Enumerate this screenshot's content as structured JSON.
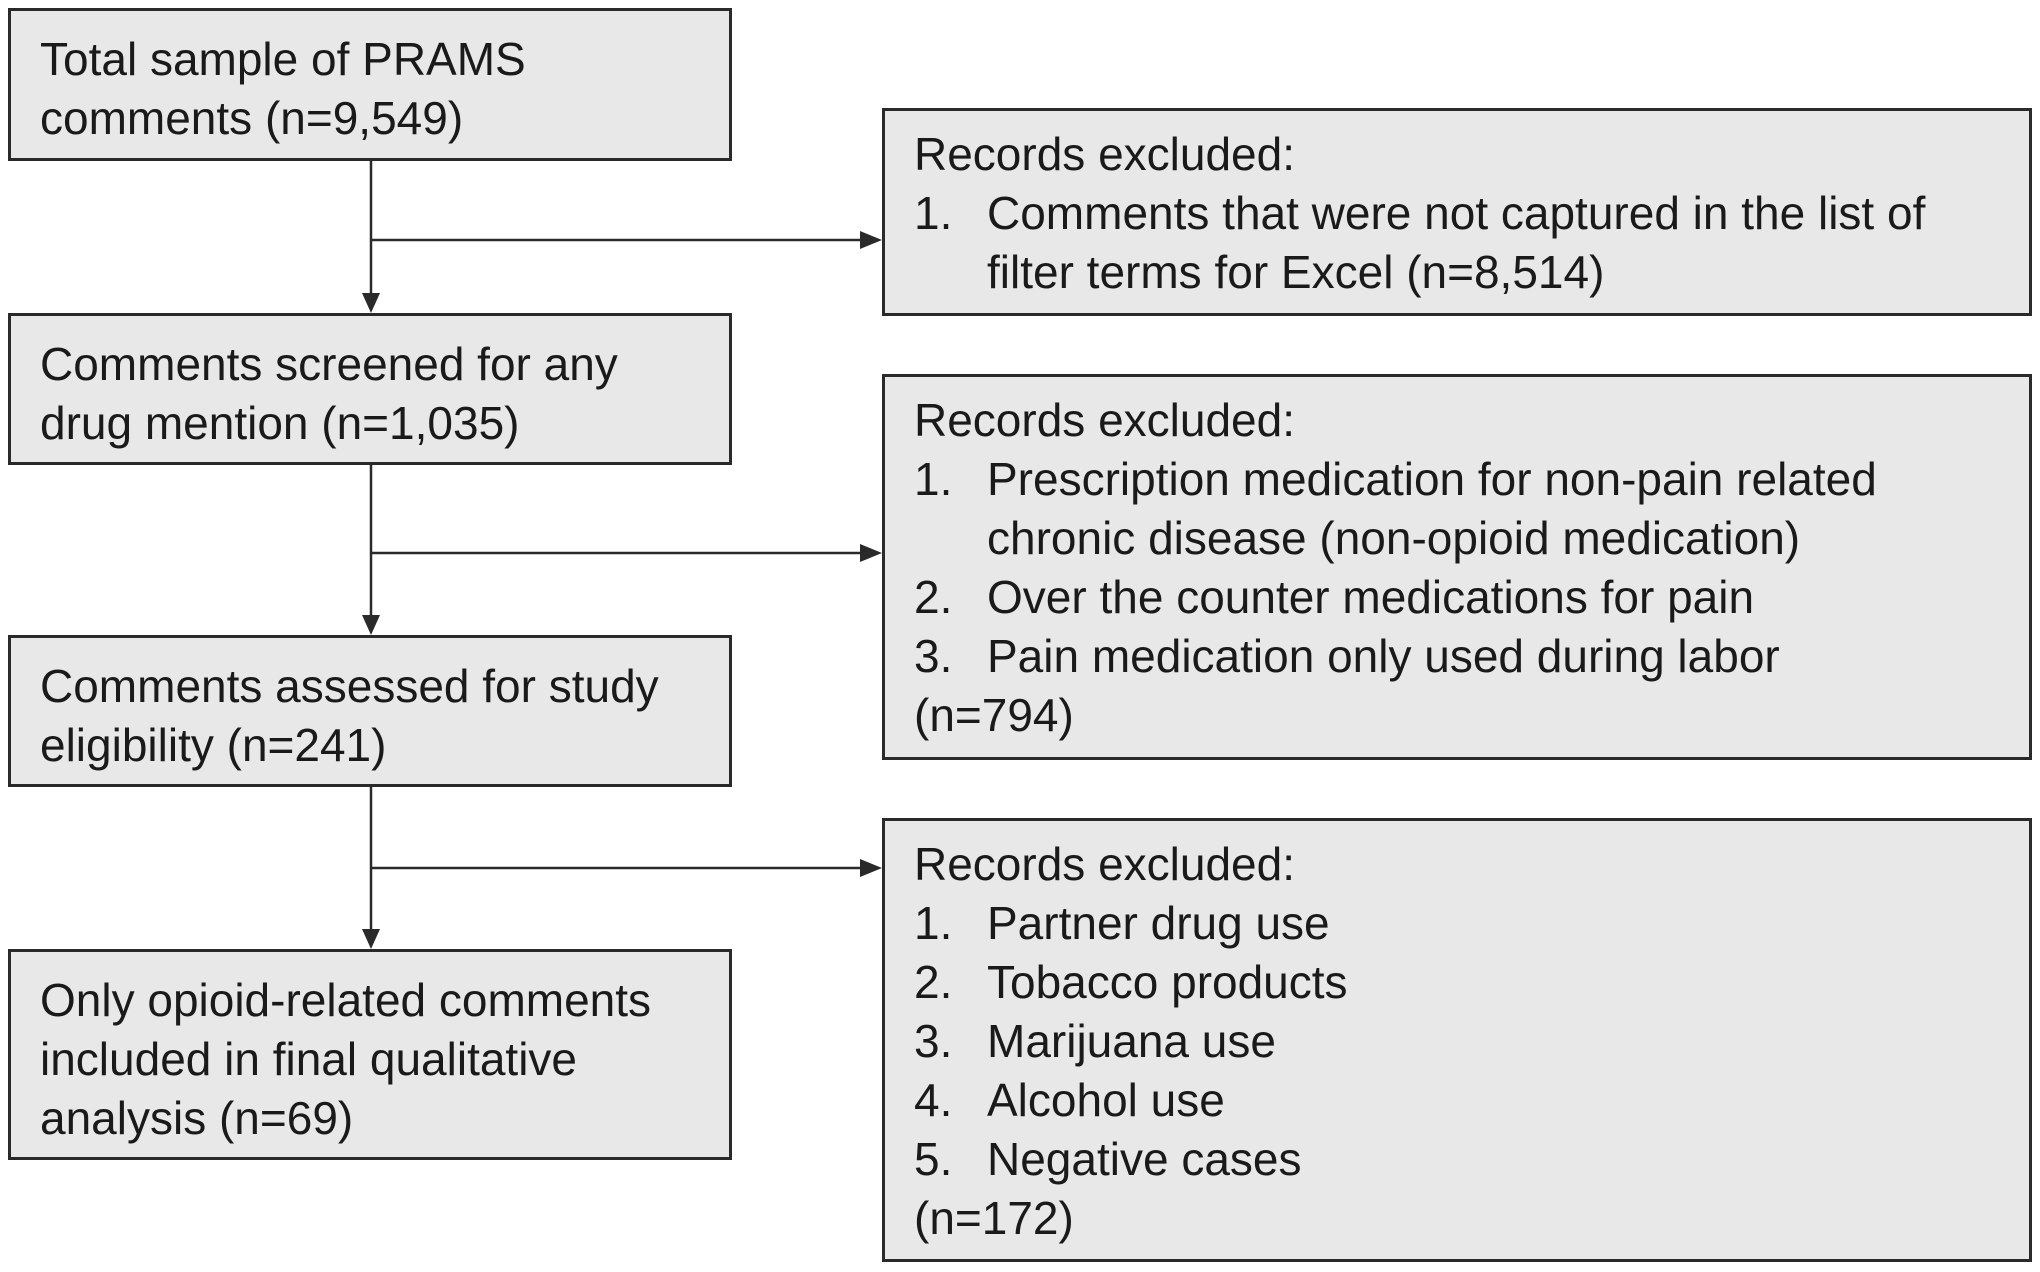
{
  "flow": {
    "steps": [
      {
        "lines": [
          "Total sample of PRAMS",
          "comments (n=9,549)"
        ]
      },
      {
        "lines": [
          "Comments screened for any",
          "drug mention (n=1,035)"
        ]
      },
      {
        "lines": [
          "Comments assessed for study",
          "eligibility (n=241)"
        ]
      },
      {
        "lines": [
          "Only opioid-related comments",
          "included in final qualitative",
          "analysis (n=69)"
        ]
      }
    ]
  },
  "exclusions": [
    {
      "heading": "Records excluded:",
      "items": [
        {
          "num": "1.",
          "text": "Comments that were not captured in the list of",
          "cont": "filter terms for Excel (n=8,514)"
        }
      ],
      "count": ""
    },
    {
      "heading": "Records excluded:",
      "items": [
        {
          "num": "1.",
          "text": "Prescription medication for non-pain related",
          "cont": "chronic disease (non-opioid medication)"
        },
        {
          "num": "2.",
          "text": "Over the counter medications for pain"
        },
        {
          "num": "3.",
          "text": "Pain medication only used during labor"
        }
      ],
      "count": "(n=794)"
    },
    {
      "heading": "Records excluded:",
      "items": [
        {
          "num": "1.",
          "text": "Partner drug use"
        },
        {
          "num": "2.",
          "text": "Tobacco products"
        },
        {
          "num": "3.",
          "text": "Marijuana use"
        },
        {
          "num": "4.",
          "text": "Alcohol use"
        },
        {
          "num": "5.",
          "text": "Negative cases"
        }
      ],
      "count": "(n=172)"
    }
  ]
}
